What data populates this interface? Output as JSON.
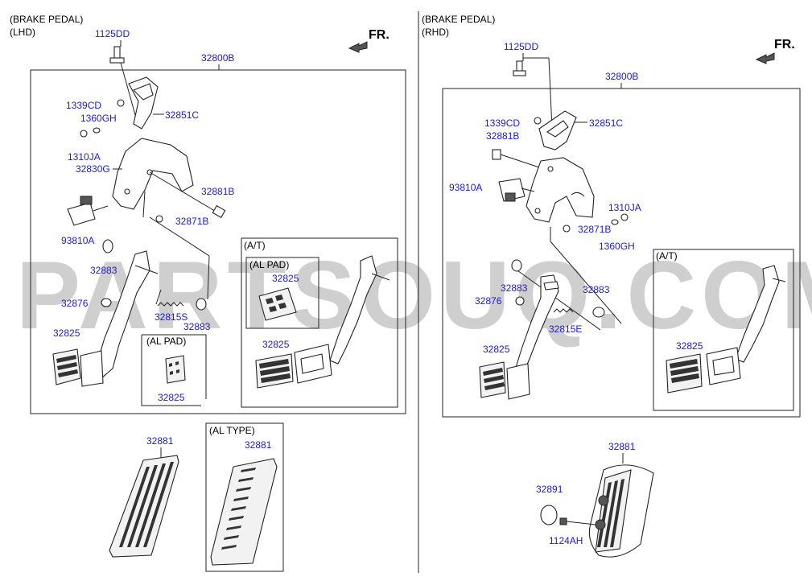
{
  "watermark": "PARTSOUQ.COM",
  "left_panel": {
    "heading_1": "(BRAKE PEDAL)",
    "heading_2": "(LHD)",
    "fr_label": "FR.",
    "assembly_label": "32800B",
    "labels": {
      "bolt_top": "1125DD",
      "nut_1339": "1339CD",
      "bracket_32851": "32851C",
      "bush_1360": "1360GH",
      "nut_1310": "1310JA",
      "bracket_32830": "32830G",
      "bolt_32881": "32881B",
      "nut_32871": "32871B",
      "switch_93810": "93810A",
      "bush_32883_a": "32883",
      "pin_32876": "32876",
      "spring_32815": "32815S",
      "bush_32883_b": "32883",
      "pad_32825": "32825"
    },
    "al_pad_box": {
      "title": "(AL PAD)",
      "label": "32825"
    },
    "at_box": {
      "title": "(A/T)",
      "al_pad_title": "(AL PAD)",
      "al_pad_label": "32825",
      "pad_label": "32825"
    }
  },
  "right_panel": {
    "heading_1": "(BRAKE PEDAL)",
    "heading_2": "(RHD)",
    "fr_label": "FR.",
    "assembly_label": "32800B",
    "labels": {
      "bolt_top": "1125DD",
      "nut_1339": "1339CD",
      "bracket_32851": "32851C",
      "bolt_32881": "32881B",
      "switch_93810": "93810A",
      "nut_1310": "1310JA",
      "nut_32871": "32871B",
      "bush_1360": "1360GH",
      "bush_32883_a": "32883",
      "pin_32876": "32876",
      "bush_32883_b": "32883",
      "spring_32815": "32815E",
      "pad_32825": "32825"
    },
    "at_box": {
      "title": "(A/T)",
      "pad_label": "32825"
    }
  },
  "accel_left": {
    "pedal_label": "32881",
    "al_type_box": {
      "title": "(AL TYPE)",
      "label": "32881"
    }
  },
  "accel_right": {
    "pedal_label": "32881",
    "cap_label": "32891",
    "bolt_label": "1124AH"
  }
}
